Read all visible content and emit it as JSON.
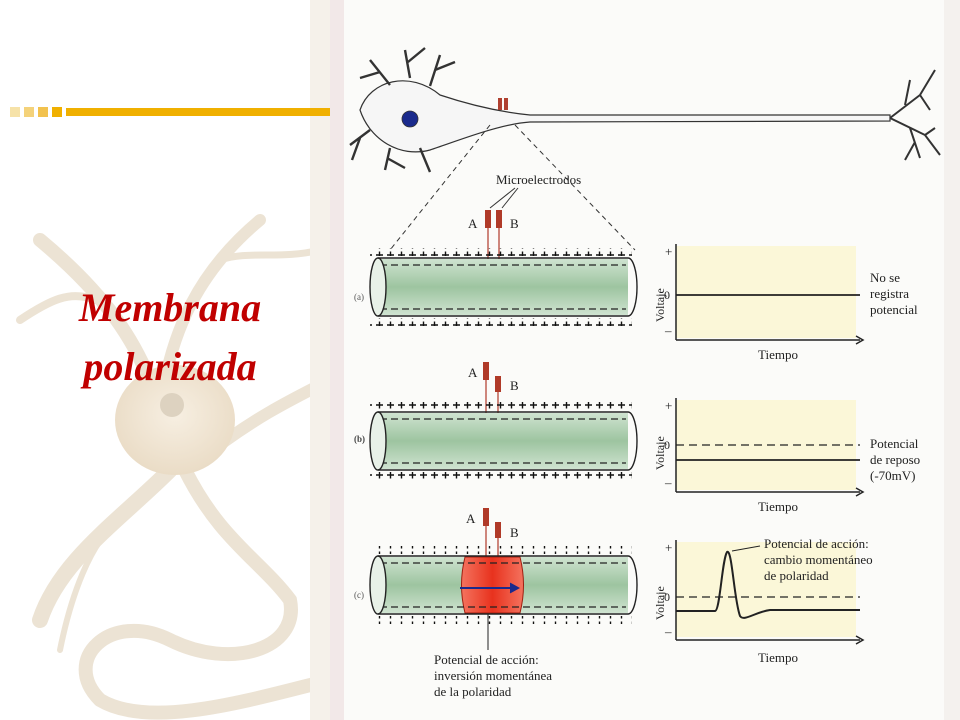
{
  "slide": {
    "title_line1": "Membrana",
    "title_line2": "polarizada"
  },
  "figure": {
    "electrodes_label": "Microelectrodos",
    "electrode_a": "A",
    "electrode_b": "B",
    "panel_a": {
      "letter": "(a)",
      "ylabel": "Voltaje",
      "xlabel": "Tiempo",
      "zero": "0",
      "plus": "+",
      "minus": "–",
      "note": [
        "No se",
        "registra",
        "potencial"
      ]
    },
    "panel_b": {
      "letter": "(b)",
      "ylabel": "Voltaje",
      "xlabel": "Tiempo",
      "zero": "0",
      "plus": "+",
      "minus": "–",
      "note": [
        "Potencial",
        "de reposo",
        "(-70mV)"
      ]
    },
    "panel_c": {
      "letter": "(c)",
      "ylabel": "Voltaje",
      "xlabel": "Tiempo",
      "zero": "0",
      "plus": "+",
      "minus": "–",
      "note": [
        "Potencial de acción:",
        "cambio momentáneo",
        "de polaridad"
      ],
      "bottom_note": [
        "Potencial de acción:",
        "inversión momentánea",
        "de la polaridad"
      ]
    },
    "membrane_plus": "+",
    "membrane_minus": "–"
  },
  "colors": {
    "title": "#c00000",
    "accent_bar": "#f0b000",
    "axon_fill": "#a9cba9",
    "graph_bg": "#fbf7d8",
    "action_potential": "#e8321e"
  }
}
